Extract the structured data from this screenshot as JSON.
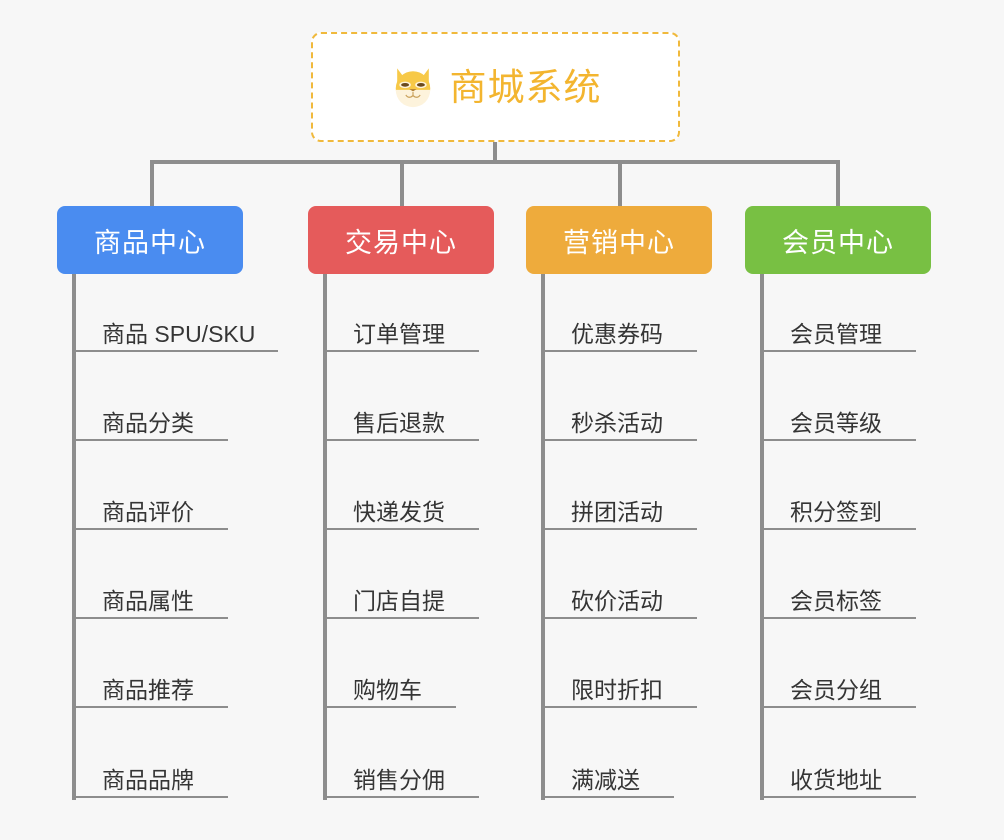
{
  "diagram": {
    "title": "商城系统",
    "logo_icon": "shiba-inu-dog-face-icon",
    "background_color": "#f7f7f7",
    "root_border_color": "#f0b93c",
    "root_text_color": "#f3b52f",
    "connector_color": "#8d8d8d",
    "branches": [
      {
        "label": "商品中心",
        "color": "#4a8cf0",
        "items": [
          "商品 SPU/SKU",
          "商品分类",
          "商品评价",
          "商品属性",
          "商品推荐",
          "商品品牌"
        ]
      },
      {
        "label": "交易中心",
        "color": "#e55b5b",
        "items": [
          "订单管理",
          "售后退款",
          "快递发货",
          "门店自提",
          "购物车",
          "销售分佣"
        ]
      },
      {
        "label": "营销中心",
        "color": "#eeab3c",
        "items": [
          "优惠券码",
          "秒杀活动",
          "拼团活动",
          "砍价活动",
          "限时折扣",
          "满减送"
        ]
      },
      {
        "label": "会员中心",
        "color": "#78c043",
        "items": [
          "会员管理",
          "会员等级",
          "积分签到",
          "会员标签",
          "会员分组",
          "收货地址"
        ]
      }
    ]
  }
}
